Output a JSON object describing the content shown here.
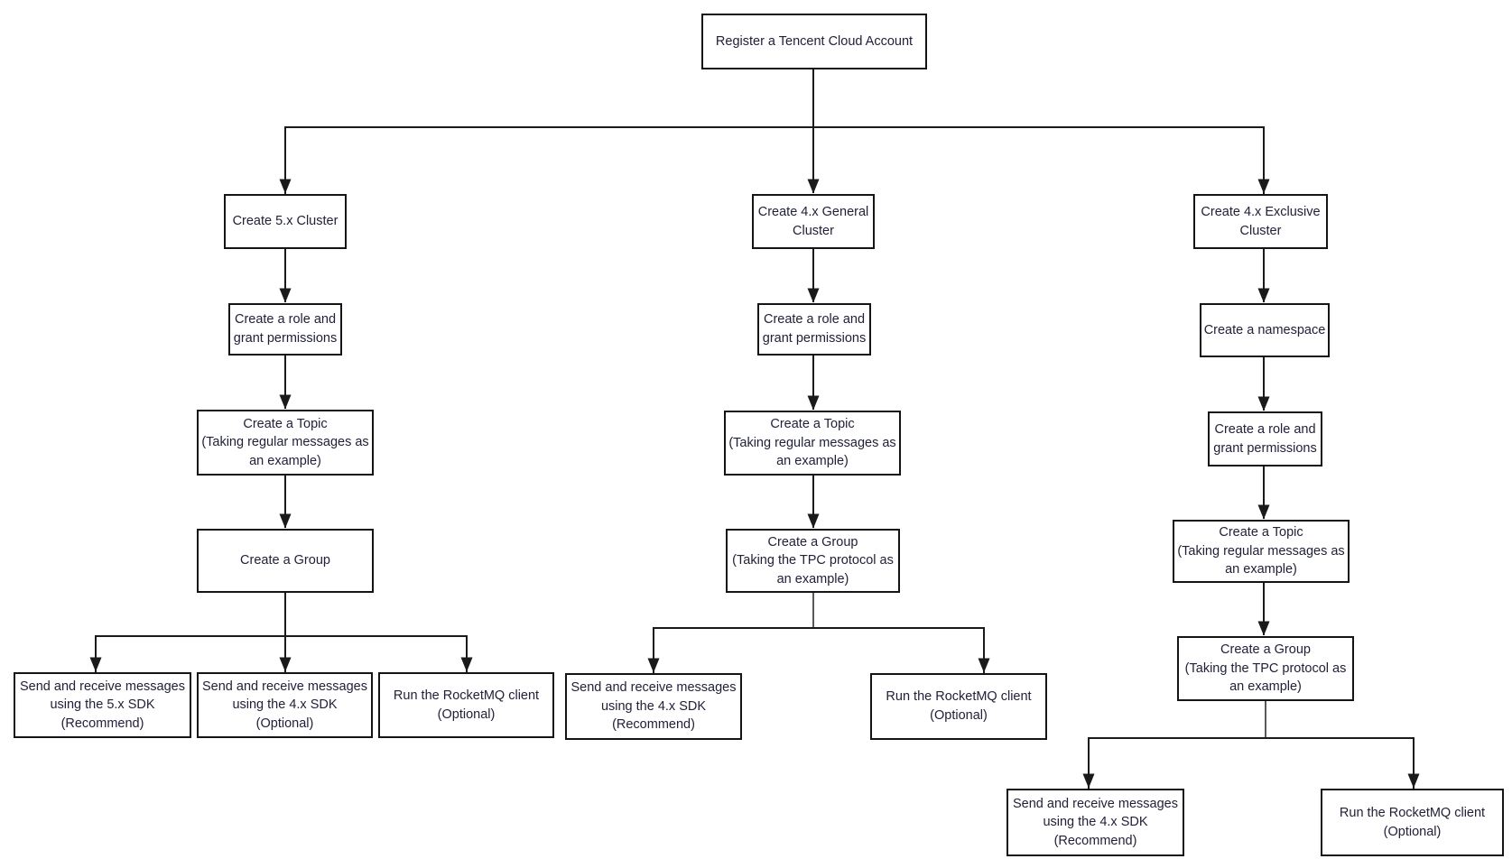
{
  "colors": {
    "page_bg": "#ffffff",
    "box_bg": "#ffffff",
    "box_border": "#141414",
    "text": "#21213a",
    "connector": "#1a1a1a",
    "connector_gray": "#595959"
  },
  "flow": {
    "root": "Register a Tencent Cloud Account",
    "col_5x": {
      "cluster": "Create 5.x Cluster",
      "role": "Create a role and\ngrant permissions",
      "topic": "Create a Topic\n(Taking regular messages as\nan example)",
      "group": "Create a Group",
      "sdk5": "Send and receive messages\nusing the 5.x SDK\n(Recommend)",
      "sdk4": "Send and receive messages\nusing the 4.x SDK\n(Optional)",
      "run_client": "Run the RocketMQ client\n(Optional)"
    },
    "col_4x_general": {
      "cluster": "Create 4.x General\nCluster",
      "role": "Create a role and\ngrant permissions",
      "topic": "Create a Topic\n(Taking regular messages as\nan example)",
      "group": "Create a Group\n(Taking the TPC protocol as\nan example)",
      "sdk4": "Send and receive messages\nusing the 4.x SDK\n(Recommend)",
      "run_client": "Run the RocketMQ client\n(Optional)"
    },
    "col_4x_exclusive": {
      "cluster": "Create 4.x Exclusive\nCluster",
      "namespace": "Create a namespace",
      "role": "Create a role and\ngrant permissions",
      "topic": "Create a Topic\n(Taking regular messages as\nan example)",
      "group": "Create a Group\n(Taking the TPC protocol as\nan example)",
      "sdk4": "Send and receive messages\nusing the 4.x SDK\n(Recommend)",
      "run_client": "Run the RocketMQ client\n(Optional)"
    }
  }
}
